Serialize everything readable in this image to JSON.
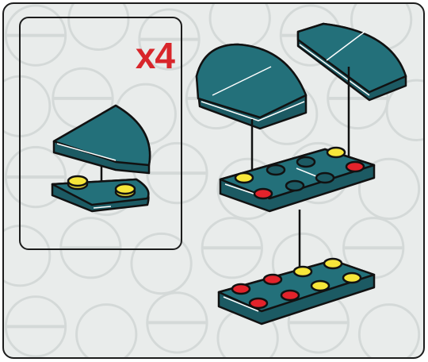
{
  "callout": {
    "count_label": "x4"
  },
  "colors": {
    "brick": "#1c5a63",
    "brick_top": "#23707a",
    "stud_red": "#e2232b",
    "stud_yellow": "#f6e63a",
    "outline": "#111111",
    "count_red": "#d8262b",
    "background": "#e9eceb"
  },
  "parts": {
    "sub_assembly": [
      "quarter-round-tile",
      "1x2-plate-with-2-yellow-studs"
    ],
    "main_assembly": [
      "large-round-tile-left",
      "large-round-tile-right",
      "2x4-plate-with-yellow-black-red-studs",
      "2x4-plate-with-red-yellow-studs"
    ]
  }
}
